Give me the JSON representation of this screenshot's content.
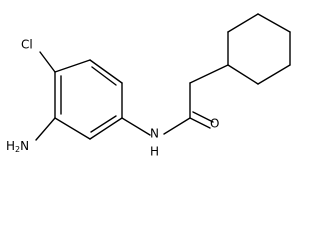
{
  "atom_labels": {
    "chlorine": "Cl",
    "amine_h": "H",
    "amine_sub": "2",
    "amine_n": "N",
    "amide_n": "N",
    "amide_h": "H",
    "carbonyl_o": "O"
  },
  "colors": {
    "bond": "#000000",
    "text": "#000000",
    "background": "#ffffff"
  }
}
